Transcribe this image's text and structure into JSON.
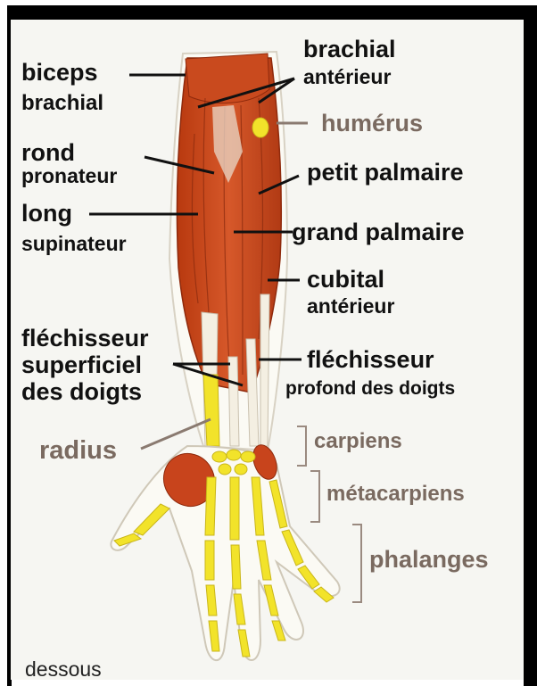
{
  "labels": {
    "biceps_l1": "biceps",
    "biceps_l2": "brachial",
    "brachial_ant_l1": "brachial",
    "brachial_ant_l2": "antérieur",
    "humerus": "humérus",
    "rond_l1": "rond",
    "rond_l2": "pronateur",
    "petit_palmaire": "petit palmaire",
    "long_l1": "long",
    "long_l2": "supinateur",
    "grand_palmaire": "grand palmaire",
    "cubital_l1": "cubital",
    "cubital_l2": "antérieur",
    "flech_sup_l1": "fléchisseur",
    "flech_sup_l2": "superficiel",
    "flech_sup_l3": "des doigts",
    "flech_prof_l1": "fléchisseur",
    "flech_prof_l2": "profond des doigts",
    "radius": "radius",
    "carpiens": "carpiens",
    "metacarpiens": "métacarpiens",
    "phalanges": "phalanges",
    "caption": "dessous"
  },
  "colors": {
    "frame": "#000000",
    "background": "#f6f6f2",
    "muscle": "#c8441c",
    "muscle_dark": "#9e2d10",
    "bone": "#f2e32a",
    "tendon": "#f4efe2",
    "label_dark": "#111111",
    "label_gray": "#7a6a60"
  }
}
